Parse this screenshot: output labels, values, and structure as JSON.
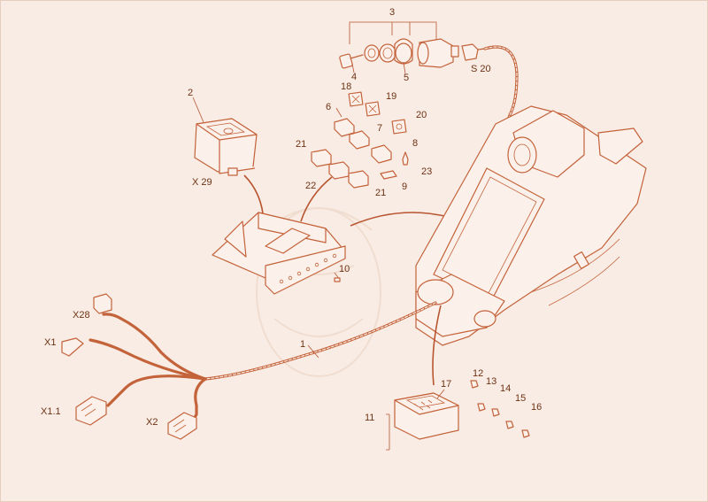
{
  "callouts": [
    {
      "id": "c3",
      "text": "3"
    },
    {
      "id": "c4",
      "text": "4"
    },
    {
      "id": "c5",
      "text": "5"
    },
    {
      "id": "cS20",
      "text": "S 20"
    },
    {
      "id": "c2",
      "text": "2"
    },
    {
      "id": "c18",
      "text": "18"
    },
    {
      "id": "c19",
      "text": "19"
    },
    {
      "id": "c6",
      "text": "6"
    },
    {
      "id": "c7",
      "text": "7"
    },
    {
      "id": "c20",
      "text": "20"
    },
    {
      "id": "c8",
      "text": "8"
    },
    {
      "id": "c21a",
      "text": "21"
    },
    {
      "id": "c22",
      "text": "22"
    },
    {
      "id": "c21b",
      "text": "21"
    },
    {
      "id": "c9",
      "text": "9"
    },
    {
      "id": "c23",
      "text": "23"
    },
    {
      "id": "cX29",
      "text": "X 29"
    },
    {
      "id": "c10",
      "text": "10"
    },
    {
      "id": "cX28",
      "text": "X28"
    },
    {
      "id": "cX1",
      "text": "X1"
    },
    {
      "id": "c1",
      "text": "1"
    },
    {
      "id": "cX11",
      "text": "X1.1"
    },
    {
      "id": "cX2",
      "text": "X2"
    },
    {
      "id": "c12",
      "text": "12"
    },
    {
      "id": "c13",
      "text": "13"
    },
    {
      "id": "c14",
      "text": "14"
    },
    {
      "id": "c15",
      "text": "15"
    },
    {
      "id": "c16",
      "text": "16"
    },
    {
      "id": "c17",
      "text": "17"
    },
    {
      "id": "c11",
      "text": "11"
    }
  ],
  "colors": {
    "background": "#f8ece4",
    "line": "#c4623a",
    "label": "#6e3214"
  }
}
